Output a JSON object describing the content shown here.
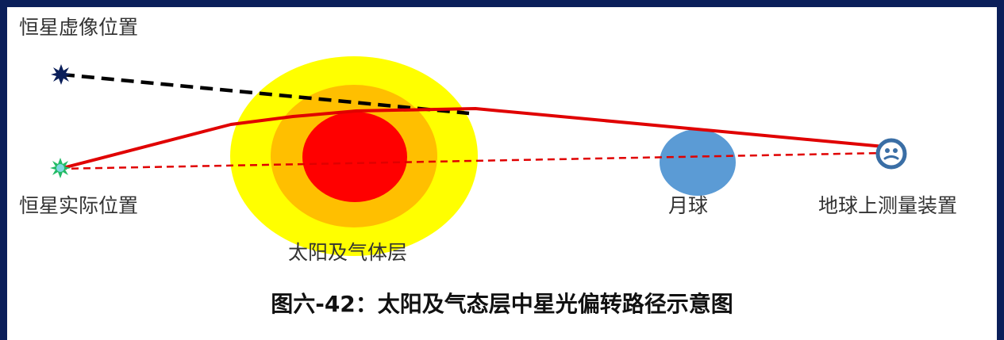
{
  "labels": {
    "star_virtual": "恒星虚像位置",
    "star_actual": "恒星实际位置",
    "sun": "太阳及气体层",
    "moon": "月球",
    "earth": "地球上测量装置"
  },
  "caption": "图六-42：太阳及气态层中星光偏转路径示意图",
  "colors": {
    "frame": "#0b1f5a",
    "sun_outer": "#ffff00",
    "sun_middle": "#ffbf00",
    "sun_core": "#ff0000",
    "moon": "#5b9bd5",
    "light_path": "#e00000",
    "virtual_sightline": "#000000",
    "virtual_star": "#0b1f5a",
    "actual_star": "#22bb66",
    "earth_icon": "#3a6ea5"
  },
  "icons": {
    "virtual_star": "star-burst-icon",
    "actual_star": "star-burst-icon",
    "earth": "smiley-face-icon"
  }
}
